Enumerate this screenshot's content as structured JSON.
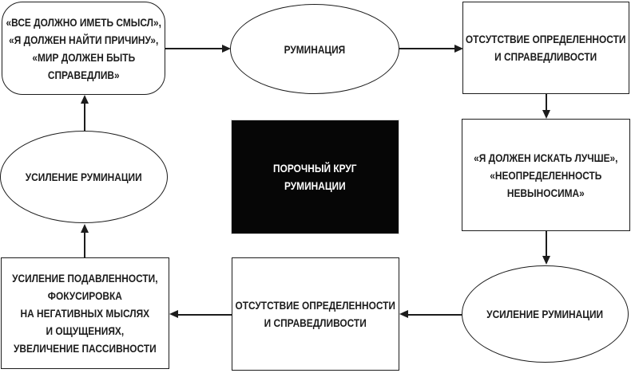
{
  "diagram": {
    "center_title": "ПОРОЧНЫЙ КРУГ\nРУМИНАЦИИ",
    "nodes": {
      "beliefs": "«ВСЕ ДОЛЖНО ИМЕТЬ СМЫСЛ»,\n«Я ДОЛЖЕН НАЙТИ ПРИЧИНУ»,\n«МИР ДОЛЖЕН БЫТЬ\nСПРАВЕДЛИВ»",
      "rumination": "РУМИНАЦИЯ",
      "lack_top": "ОТСУТСТВИЕ ОПРЕДЕЛЕННОСТИ\nИ СПРАВЕДЛИВОСТИ",
      "must_search": "«Я ДОЛЖЕН ИСКАТЬ ЛУЧШЕ»,\n«НЕОПРЕДЕЛЕННОСТЬ\nНЕВЫНОСИМА»",
      "intensify_right": "УСИЛЕНИЕ РУМИНАЦИИ",
      "lack_bottom": "ОТСУТСТВИЕ ОПРЕДЕЛЕННОСТИ\nИ СПРАВЕДЛИВОСТИ",
      "depression": "УСИЛЕНИЕ ПОДАВЛЕННОСТИ,\nФОКУСИРОВКА\nНА НЕГАТИВНЫХ МЫСЛЯХ\nИ ОЩУЩЕНИЯХ,\nУВЕЛИЧЕНИЕ ПАССИВНОСТИ",
      "intensify_left": "УСИЛЕНИЕ РУМИНАЦИИ"
    },
    "colors": {
      "background": "#ffffff",
      "line": "#1c1c1c",
      "center_box_bg": "#060606",
      "center_box_text": "#ffffff"
    }
  }
}
